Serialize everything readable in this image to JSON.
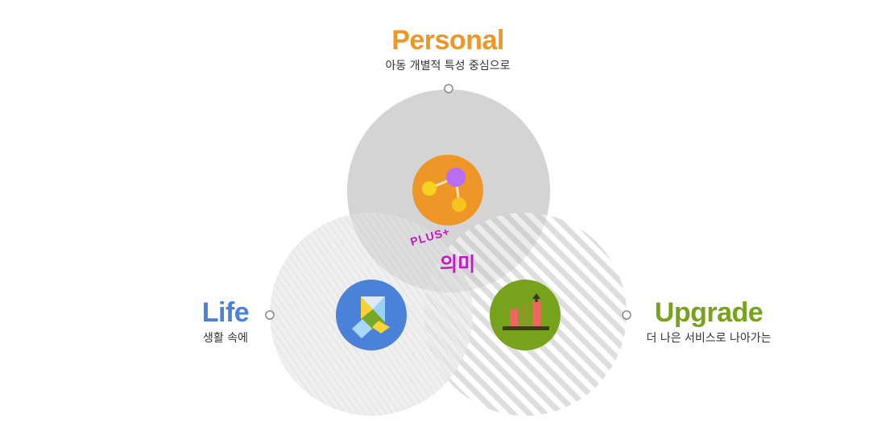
{
  "colors": {
    "personal": "#ee9627",
    "life": "#4a81d9",
    "upgrade": "#77a21c",
    "plus": "#c417c6"
  },
  "personal": {
    "title": "Personal",
    "subtitle": "아동 개별적 특성 중심으로",
    "icon": "molecule-icon"
  },
  "life": {
    "title": "Life",
    "subtitle": "생활 속에",
    "icon": "tangram-icon"
  },
  "upgrade": {
    "title": "Upgrade",
    "subtitle": "더 나은 서비스로 나아가는",
    "icon": "bar-chart-growth-icon"
  },
  "center": {
    "plus": "PLUS+",
    "meaning": "의미"
  }
}
